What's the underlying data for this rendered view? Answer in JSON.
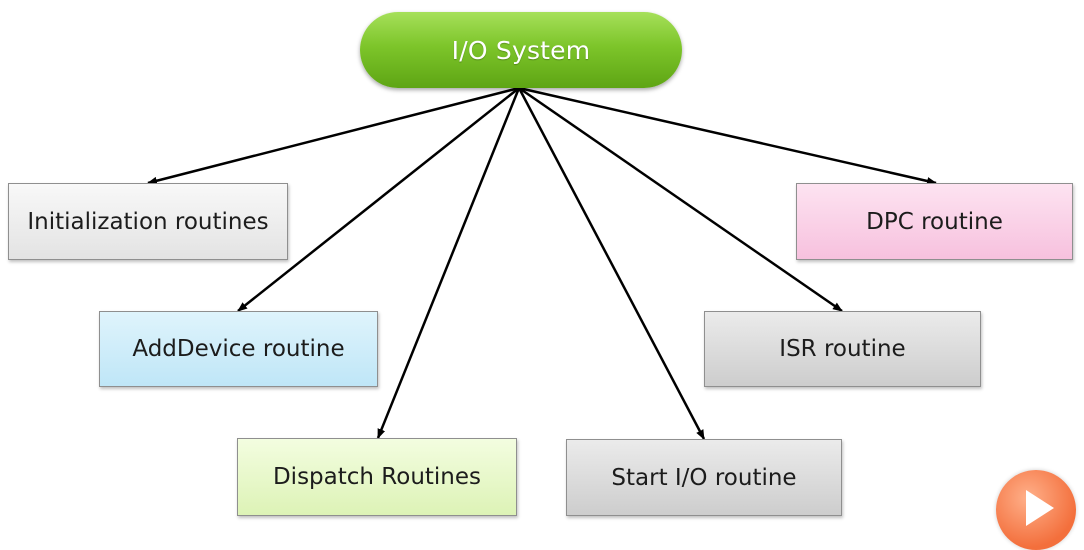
{
  "root": {
    "label": "I/O System",
    "color": "#7dc52a"
  },
  "nodes": {
    "init": {
      "label": "Initialization routines"
    },
    "add": {
      "label": "AddDevice routine"
    },
    "disp": {
      "label": "Dispatch Routines"
    },
    "start": {
      "label": "Start I/O routine"
    },
    "isr": {
      "label": "ISR routine"
    },
    "dpc": {
      "label": "DPC routine"
    }
  },
  "edges": [
    {
      "from": "root",
      "to": "init"
    },
    {
      "from": "root",
      "to": "add"
    },
    {
      "from": "root",
      "to": "disp"
    },
    {
      "from": "root",
      "to": "start"
    },
    {
      "from": "root",
      "to": "isr"
    },
    {
      "from": "root",
      "to": "dpc"
    }
  ],
  "overlay": {
    "icon": "play-icon",
    "color": "#f36f3c"
  }
}
